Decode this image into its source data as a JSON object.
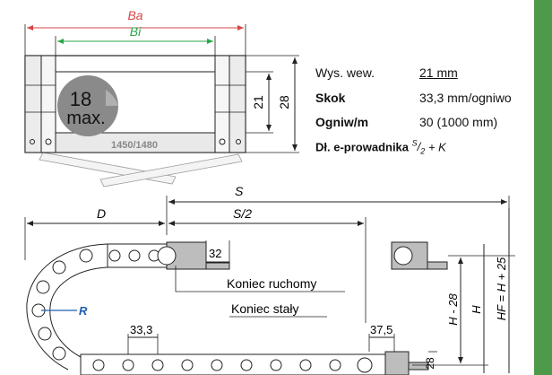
{
  "colors": {
    "accent_red": "#d64545",
    "accent_green": "#2aa84a",
    "accent_blue": "#1f5fb0",
    "side_band": "#4f9a4a",
    "line": "#222222",
    "grey_fill": "#e9e9e9",
    "badge": "#8a8a8a"
  },
  "top_view": {
    "dim_outer": "Ba",
    "dim_inner": "Bi",
    "dim_height_inner": "21",
    "dim_height_outer": "28",
    "badge_count": "18",
    "badge_unit": "max.",
    "width_caption": "1450/1480"
  },
  "specs": [
    {
      "label": "Wys. wew.",
      "value": "21 mm",
      "bold": false,
      "underline": true
    },
    {
      "label": "Skok",
      "value": "33,3 mm/ogniwo",
      "bold": true,
      "underline": false
    },
    {
      "label": "Ogniw/m",
      "value": "30 (1000 mm)",
      "bold": true,
      "underline": false
    }
  ],
  "formula": {
    "label": "Dł. e-prowadnika",
    "fraction_num": "S",
    "fraction_den": "2",
    "tail": "+ K"
  },
  "side_view": {
    "dim_S": "S",
    "dim_S2": "S/2",
    "dim_D": "D",
    "dim_32": "32",
    "label_moving_end": "Koniec ruchomy",
    "label_fixed_end": "Koniec stały",
    "label_R": "R",
    "dim_pitch": "33,3",
    "dim_375": "37,5",
    "dim_28": "28",
    "dim_H_minus": "H - 28",
    "dim_H": "H",
    "dim_HF": "HF = H + 25"
  }
}
